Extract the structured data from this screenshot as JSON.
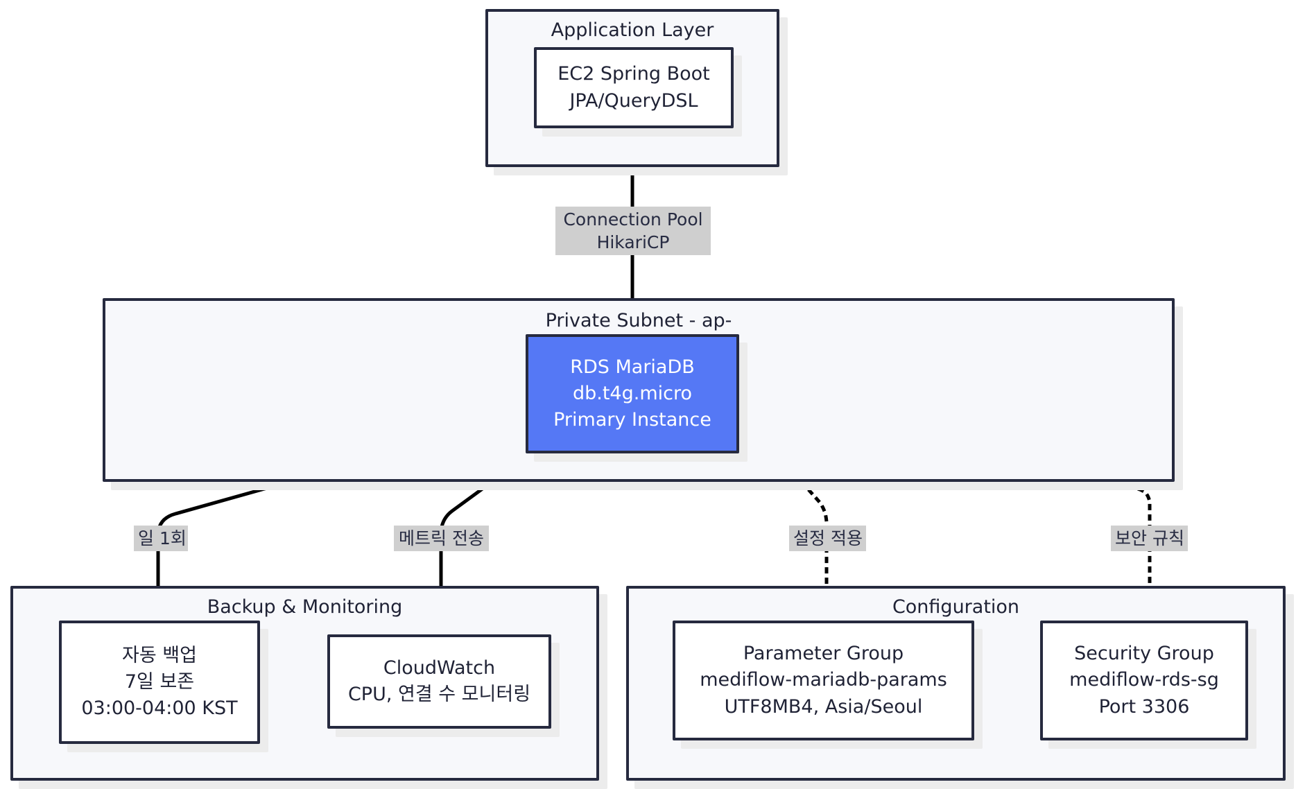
{
  "diagram": {
    "type": "flowchart",
    "title_visible": false,
    "colors": {
      "node_border": "#262a3f",
      "node_fill": "#ffffff",
      "accent_fill": "#5578f5",
      "accent_text": "#ffffff",
      "subgraph_fill": "#f7f8fb",
      "edge_stroke": "#000000",
      "edge_label_bg": "#cfcfcf",
      "text": "#1f2235",
      "shadow": "#ececec",
      "canvas_bg": "#ffffff"
    }
  },
  "subgraphs": [
    {
      "id": "application-layer",
      "title": "Application Layer"
    },
    {
      "id": "private-subnet",
      "title": "Private Subnet - ap-"
    },
    {
      "id": "backup-monitoring",
      "title": "Backup & Monitoring"
    },
    {
      "id": "configuration",
      "title": "Configuration"
    }
  ],
  "nodes": {
    "ec2": {
      "id": "ec2-spring-boot",
      "lines": [
        "EC2 Spring Boot",
        "JPA/QueryDSL"
      ]
    },
    "rds": {
      "id": "rds-mariadb",
      "lines": [
        "RDS MariaDB",
        "db.t4g.micro",
        "Primary Instance"
      ],
      "accent": true
    },
    "backup": {
      "id": "auto-backup",
      "lines": [
        "자동 백업",
        "7일 보존",
        "03:00-04:00 KST"
      ]
    },
    "cloudwatch": {
      "id": "cloudwatch",
      "lines": [
        "CloudWatch",
        "CPU, 연결 수 모니터링"
      ]
    },
    "parameter_group": {
      "id": "parameter-group",
      "lines": [
        "Parameter Group",
        "mediflow-mariadb-params",
        "UTF8MB4, Asia/Seoul"
      ]
    },
    "security_group": {
      "id": "security-group",
      "lines": [
        "Security Group",
        "mediflow-rds-sg",
        "Port 3306"
      ]
    }
  },
  "edges": [
    {
      "id": "ec2-to-rds",
      "from": "ec2-spring-boot",
      "to": "rds-mariadb",
      "style": "solid",
      "arrow": true,
      "label_lines": [
        "Connection Pool",
        "HikariCP"
      ]
    },
    {
      "id": "rds-to-backup",
      "from": "rds-mariadb",
      "to": "auto-backup",
      "style": "solid",
      "arrow": true,
      "label_lines": [
        "일 1회"
      ]
    },
    {
      "id": "rds-to-cloudwatch",
      "from": "rds-mariadb",
      "to": "cloudwatch",
      "style": "solid",
      "arrow": true,
      "label_lines": [
        "메트릭 전송"
      ]
    },
    {
      "id": "rds-to-parameter-group",
      "from": "rds-mariadb",
      "to": "parameter-group",
      "style": "dotted",
      "arrow": true,
      "label_lines": [
        "설정 적용"
      ]
    },
    {
      "id": "rds-to-security-group",
      "from": "rds-mariadb",
      "to": "security-group",
      "style": "dotted",
      "arrow": true,
      "label_lines": [
        "보안 규칙"
      ]
    }
  ]
}
